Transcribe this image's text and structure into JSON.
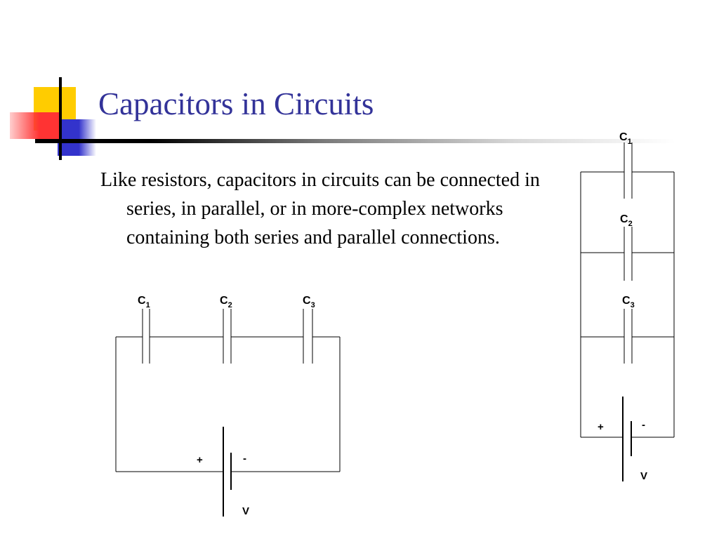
{
  "slide": {
    "title": "Capacitors in Circuits",
    "body": "Like resistors, capacitors in circuits can be connected in series, in parallel, or in more-complex networks containing both series and parallel connections."
  },
  "series_circuit": {
    "capacitors": [
      {
        "label": "C",
        "sub": "1"
      },
      {
        "label": "C",
        "sub": "2"
      },
      {
        "label": "C",
        "sub": "3"
      }
    ],
    "battery": {
      "plus": "+",
      "minus": "-",
      "voltage": "V"
    }
  },
  "parallel_circuit": {
    "capacitors": [
      {
        "label": "C",
        "sub": "1"
      },
      {
        "label": "C",
        "sub": "2"
      },
      {
        "label": "C",
        "sub": "3"
      }
    ],
    "battery": {
      "plus": "+",
      "minus": "-",
      "voltage": "V"
    }
  },
  "colors": {
    "title": "#333399",
    "accent_yellow": "#ffcc00",
    "accent_blue": "#3333cc",
    "accent_red": "#ff3333"
  }
}
